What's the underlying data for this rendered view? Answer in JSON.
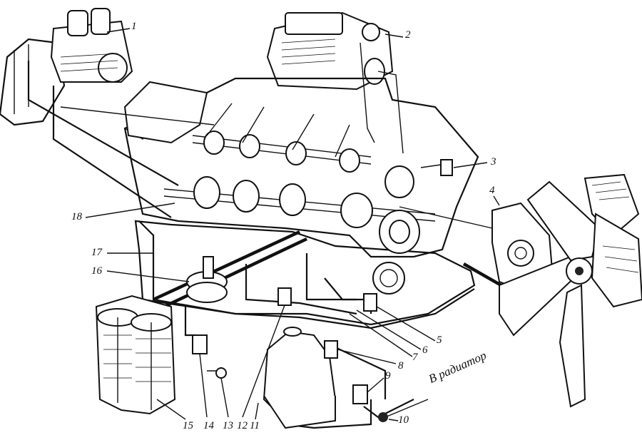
{
  "callouts": {
    "c1": "1",
    "c2": "2",
    "c3": "3",
    "c4": "4",
    "c5": "5",
    "c6": "6",
    "c7": "7",
    "c8": "8",
    "c9": "9",
    "c10": "10",
    "c11": "11",
    "c12": "12",
    "c13": "13",
    "c14": "14",
    "c15": "15",
    "c16": "16",
    "c17": "17",
    "c18": "18"
  },
  "annotation": "В радиатор"
}
